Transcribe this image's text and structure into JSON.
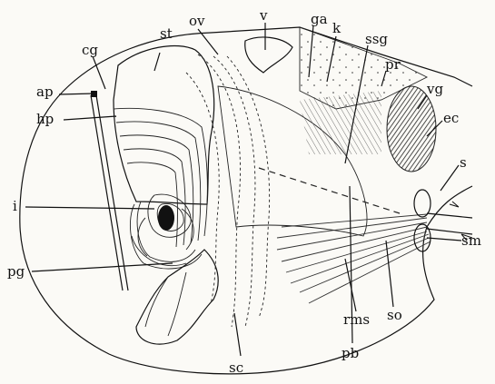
{
  "figure": {
    "labels": [
      {
        "id": "st",
        "text": "st"
      },
      {
        "id": "ov",
        "text": "ov"
      },
      {
        "id": "v",
        "text": "v"
      },
      {
        "id": "ga",
        "text": "ga"
      },
      {
        "id": "k",
        "text": "k"
      },
      {
        "id": "ssg",
        "text": "ssg"
      },
      {
        "id": "cg",
        "text": "cg"
      },
      {
        "id": "ap",
        "text": "ap"
      },
      {
        "id": "hp",
        "text": "hp"
      },
      {
        "id": "pr",
        "text": "pr"
      },
      {
        "id": "vg",
        "text": "vg"
      },
      {
        "id": "ec",
        "text": "ec"
      },
      {
        "id": "s",
        "text": "s"
      },
      {
        "id": "i",
        "text": "i"
      },
      {
        "id": "sm",
        "text": "sm"
      },
      {
        "id": "pg",
        "text": "pg"
      },
      {
        "id": "so",
        "text": "so"
      },
      {
        "id": "rms",
        "text": "rms"
      },
      {
        "id": "pb",
        "text": "pb"
      },
      {
        "id": "sc",
        "text": "sc"
      }
    ]
  }
}
